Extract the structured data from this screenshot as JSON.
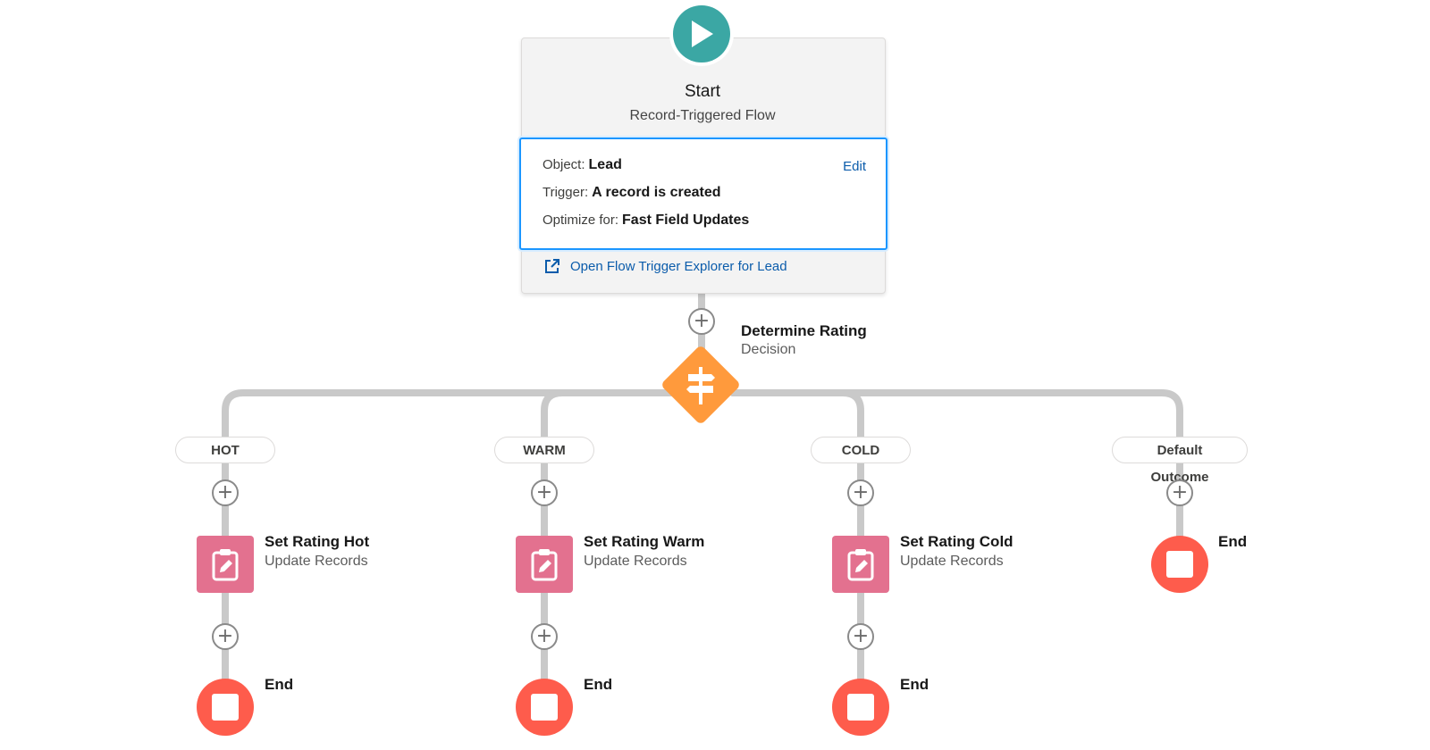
{
  "start": {
    "title": "Start",
    "subtitle": "Record-Triggered Flow",
    "icon": "play-icon",
    "color": "#3ba7a4"
  },
  "trigger": {
    "object_label": "Object:",
    "object_value": "Lead",
    "trigger_label": "Trigger:",
    "trigger_value": "A record is created",
    "optimize_label": "Optimize for:",
    "optimize_value": "Fast Field Updates",
    "edit_label": "Edit",
    "explorer_link": "Open Flow Trigger Explorer for Lead"
  },
  "decision": {
    "title": "Determine Rating",
    "subtitle": "Decision",
    "color": "#ff9a3c",
    "icon": "decision-signpost-icon"
  },
  "outcomes": [
    {
      "label": "HOT",
      "action_title": "Set Rating Hot",
      "action_sub": "Update Records",
      "end_label": "End"
    },
    {
      "label": "WARM",
      "action_title": "Set Rating Warm",
      "action_sub": "Update Records",
      "end_label": "End"
    },
    {
      "label": "COLD",
      "action_title": "Set Rating Cold",
      "action_sub": "Update Records",
      "end_label": "End"
    },
    {
      "label": "Default Outcome",
      "end_label": "End"
    }
  ],
  "colors": {
    "update_records": "#e3718f",
    "end": "#fe5c4c",
    "connector": "#c9c9c9",
    "link": "#0b5cab",
    "selection": "#1b96ff"
  }
}
